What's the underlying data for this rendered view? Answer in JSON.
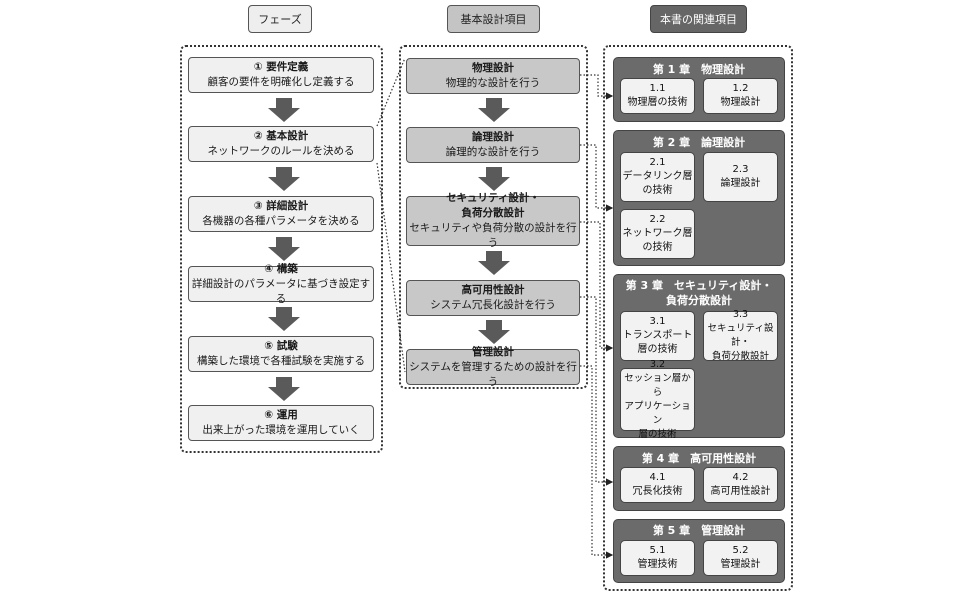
{
  "headers": {
    "phase": "フェーズ",
    "basic": "基本設計項目",
    "related": "本書の関連項目"
  },
  "phases": [
    {
      "title": "① 要件定義",
      "desc": "顧客の要件を明確化し定義する"
    },
    {
      "title": "② 基本設計",
      "desc": "ネットワークのルールを決める"
    },
    {
      "title": "③ 詳細設計",
      "desc": "各機器の各種パラメータを決める"
    },
    {
      "title": "④ 構築",
      "desc": "詳細設計のパラメータに基づき設定する"
    },
    {
      "title": "⑤ 試験",
      "desc": "構築した環境で各種試験を実施する"
    },
    {
      "title": "⑥ 運用",
      "desc": "出来上がった環境を運用していく"
    }
  ],
  "design_items": [
    {
      "lines": [
        "物理設計",
        "物理的な設計を行う"
      ]
    },
    {
      "lines": [
        "論理設計",
        "論理的な設計を行う"
      ]
    },
    {
      "lines": [
        "セキュリティ設計・",
        "負荷分散設計",
        "セキュリティや負荷分散の設計を行う"
      ]
    },
    {
      "lines": [
        "高可用性設計",
        "システム冗長化設計を行う"
      ]
    },
    {
      "lines": [
        "管理設計",
        "システムを管理するための設計を行う"
      ]
    }
  ],
  "chapters": [
    {
      "title_lines": [
        "第 1 章　物理設計"
      ],
      "items": [
        {
          "lines": [
            "1.1",
            "物理層の技術"
          ]
        },
        {
          "lines": [
            "1.2",
            "物理設計"
          ]
        }
      ]
    },
    {
      "title_lines": [
        "第 2 章　論理設計"
      ],
      "items": [
        {
          "lines": [
            "2.1",
            "データリンク層",
            "の技術"
          ]
        },
        {
          "lines": [
            "2.3",
            "論理設計"
          ]
        },
        {
          "lines": [
            "2.2",
            "ネットワーク層",
            "の技術"
          ]
        }
      ]
    },
    {
      "title_lines": [
        "第 3 章　セキュリティ設計・",
        "負荷分散設計"
      ],
      "items": [
        {
          "lines": [
            "3.1",
            "トランスポート",
            "層の技術"
          ]
        },
        {
          "lines": [
            "3.3",
            "セキュリティ設計・",
            "負荷分散設計"
          ]
        },
        {
          "lines": [
            "3.2",
            "セッション層から",
            "アプリケーション",
            "層の技術"
          ]
        }
      ]
    },
    {
      "title_lines": [
        "第 4 章　高可用性設計"
      ],
      "items": [
        {
          "lines": [
            "4.1",
            "冗長化技術"
          ]
        },
        {
          "lines": [
            "4.2",
            "高可用性設計"
          ]
        }
      ]
    },
    {
      "title_lines": [
        "第 5 章　管理設計"
      ],
      "items": [
        {
          "lines": [
            "5.1",
            "管理技術"
          ]
        },
        {
          "lines": [
            "5.2",
            "管理設計"
          ]
        }
      ]
    }
  ]
}
